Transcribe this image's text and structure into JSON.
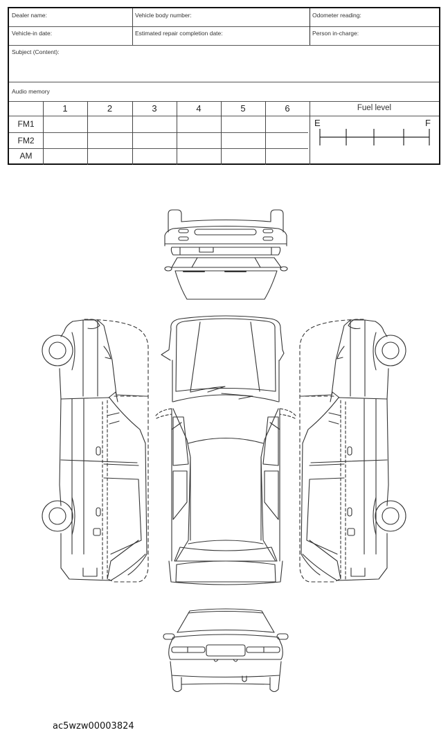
{
  "form": {
    "dealer_name_label": "Dealer name:",
    "vehicle_body_number_label": "Vehicle body number:",
    "odometer_reading_label": "Odometer reading:",
    "vehicle_in_date_label": "Vehicle-in date:",
    "estimated_repair_completion_label": "Estimated repair completion date:",
    "person_in_charge_label": "Person in-charge:",
    "subject_label": "Subject (Content):",
    "audio_memory_label": "Audio memory",
    "audio_table": {
      "columns": [
        "1",
        "2",
        "3",
        "4",
        "5",
        "6"
      ],
      "rows": [
        "FM1",
        "FM2",
        "AM"
      ]
    },
    "fuel": {
      "title": "Fuel level",
      "empty_label": "E",
      "full_label": "F",
      "ticks": 5
    }
  },
  "diagram": {
    "views": [
      "rear-view",
      "left-side-view",
      "top-view",
      "right-side-view",
      "front-view"
    ]
  },
  "footer": {
    "figure_code": "ac5wzw00003824"
  }
}
